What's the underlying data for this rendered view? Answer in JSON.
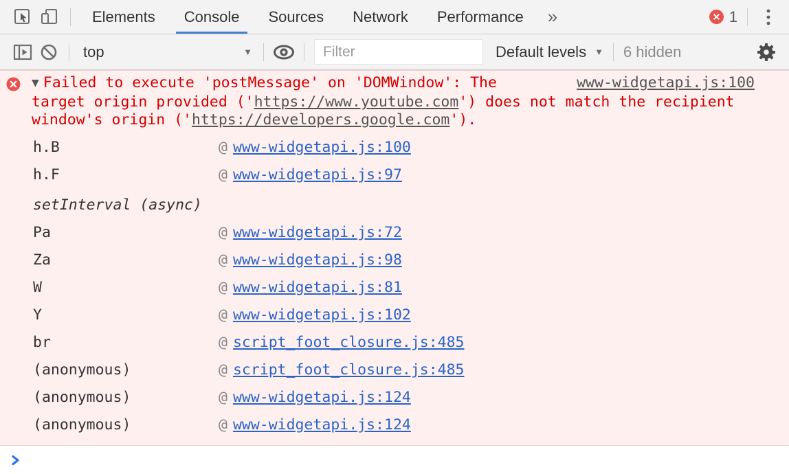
{
  "tabbar": {
    "tabs": [
      "Elements",
      "Console",
      "Sources",
      "Network",
      "Performance"
    ],
    "active_tab": "Console",
    "overflow_label": "»",
    "error_count": "1"
  },
  "toolbar": {
    "context_selected": "top",
    "filter_placeholder": "Filter",
    "levels_label": "Default levels",
    "hidden_label": "6 hidden"
  },
  "console": {
    "error": {
      "source_link": "www-widgetapi.js:100",
      "line1": "Failed to execute 'postMessage' on 'DOMWindow': The",
      "line2_pre": "target origin provided ('",
      "line2_url": "https://www.youtube.com",
      "line2_post": "') does not match the recipient",
      "line3_pre": "window's origin ('",
      "line3_url": "https://developers.google.com",
      "line3_post": "')."
    },
    "at": "@",
    "async_row": "setInterval (async)",
    "stack": [
      {
        "fn": "h.B",
        "link": "www-widgetapi.js:100"
      },
      {
        "fn": "h.F",
        "link": "www-widgetapi.js:97"
      },
      {
        "fn": "Pa",
        "link": "www-widgetapi.js:72"
      },
      {
        "fn": "Za",
        "link": "www-widgetapi.js:98"
      },
      {
        "fn": "W",
        "link": "www-widgetapi.js:81"
      },
      {
        "fn": "Y",
        "link": "www-widgetapi.js:102"
      },
      {
        "fn": "br",
        "link": "script_foot_closure.js:485"
      },
      {
        "fn": "(anonymous)",
        "link": "script_foot_closure.js:485"
      },
      {
        "fn": "(anonymous)",
        "link": "www-widgetapi.js:124"
      },
      {
        "fn": "(anonymous)",
        "link": "www-widgetapi.js:124"
      }
    ]
  },
  "colors": {
    "accent_blue": "#4580d0",
    "link_blue": "#2a63c8",
    "prompt_blue": "#2a72e8",
    "error_red": "#d30000",
    "error_bg": "#fff0f0",
    "badge_red": "#e8544d"
  }
}
